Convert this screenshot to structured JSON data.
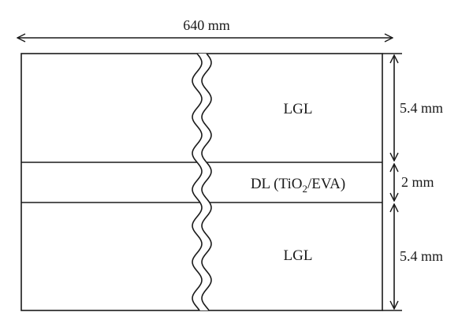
{
  "diagram": {
    "width_label": "640 mm",
    "layers": [
      {
        "name": "LGL",
        "thickness_label": "5.4 mm"
      },
      {
        "name_main": "DL (TiO",
        "name_sub": "2",
        "name_tail": "/EVA)",
        "thickness_label": "2 mm"
      },
      {
        "name": "LGL",
        "thickness_label": "5.4 mm"
      }
    ],
    "colors": {
      "line": "#1a1a1a",
      "background": "#ffffff"
    }
  }
}
